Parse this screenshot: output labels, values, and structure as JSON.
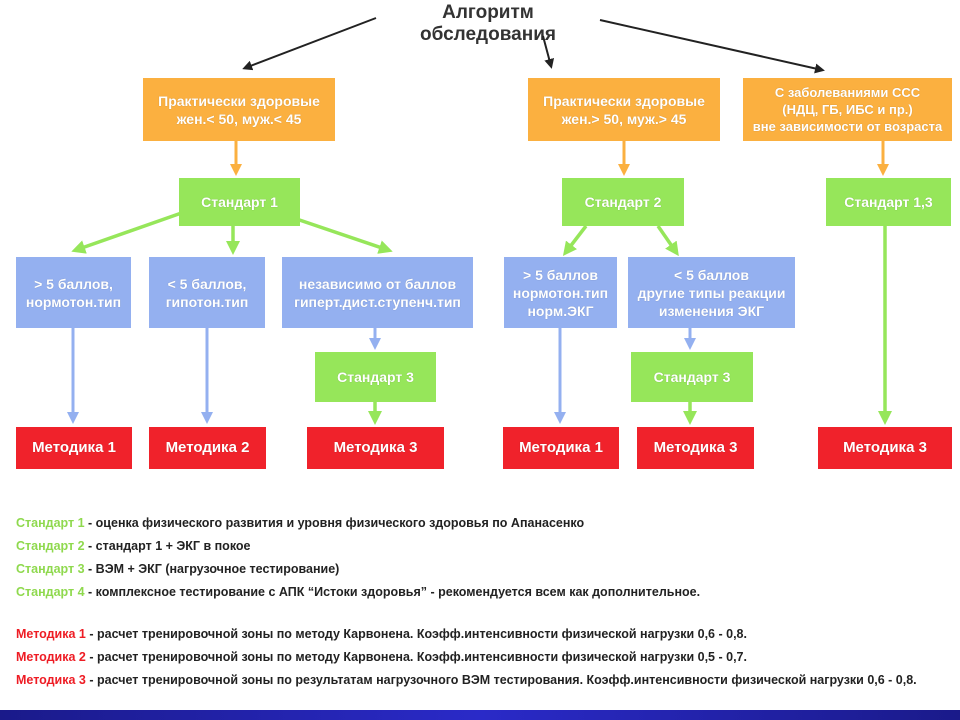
{
  "title": "Алгоритм обследования",
  "colors": {
    "orange": "#fbb040",
    "green": "#96e65a",
    "blue": "#94b0f0",
    "red": "#f0222b"
  },
  "groups": {
    "healthy_young": [
      "Практически здоровые",
      "жен.< 50,  муж.< 45"
    ],
    "healthy_old": [
      "Практически здоровые",
      "жен.> 50,  муж.> 45"
    ],
    "cvd": [
      "С заболеваниями ССС",
      "(НДЦ, ГБ, ИБС и пр.)",
      "вне зависимости от возраста"
    ]
  },
  "standards": {
    "s1": "Стандарт 1",
    "s2": "Стандарт 2",
    "s13": "Стандарт 1,3",
    "s3a": "Стандарт 3",
    "s3b": "Стандарт 3"
  },
  "conditions": {
    "c1": [
      "> 5 баллов,",
      "нормотон.тип"
    ],
    "c2": [
      "< 5 баллов,",
      "гипотон.тип"
    ],
    "c3": [
      "независимо от баллов",
      "гиперт.дист.ступенч.тип"
    ],
    "c4": [
      "> 5 баллов",
      "нормотон.тип",
      "норм.ЭКГ"
    ],
    "c5": [
      "< 5 баллов",
      "другие типы реакции",
      "изменения ЭКГ"
    ]
  },
  "methods": {
    "m1a": "Методика 1",
    "m2": "Методика 2",
    "m3a": "Методика 3",
    "m1b": "Методика 1",
    "m3b": "Методика 3",
    "m3c": "Методика 3"
  },
  "legend": {
    "standards": [
      {
        "key": "Стандарт 1",
        "text": " - оценка физического развития и уровня физического здоровья по Апанасенко"
      },
      {
        "key": "Стандарт 2",
        "text": " - стандарт 1 + ЭКГ в покое"
      },
      {
        "key": "Стандарт 3",
        "text": " - ВЭМ + ЭКГ (нагрузочное тестирование)"
      },
      {
        "key": "Стандарт 4",
        "text": " - комплексное тестирование с АПК “Истоки здоровья” - рекомендуется всем как дополнительное."
      }
    ],
    "methods": [
      {
        "key": "Методика 1",
        "text": "  - расчет тренировочной зоны по методу Карвонена. Коэфф.интенсивности физической нагрузки 0,6 - 0,8."
      },
      {
        "key": "Методика 2",
        "text": " - расчет тренировочной зоны по методу Карвонена. Коэфф.интенсивности физической нагрузки 0,5 - 0,7."
      },
      {
        "key": "Методика 3",
        "text": " - расчет тренировочной зоны по результатам нагрузочного ВЭМ тестирования. Коэфф.интенсивности физической нагрузки 0,6 - 0,8."
      }
    ]
  }
}
